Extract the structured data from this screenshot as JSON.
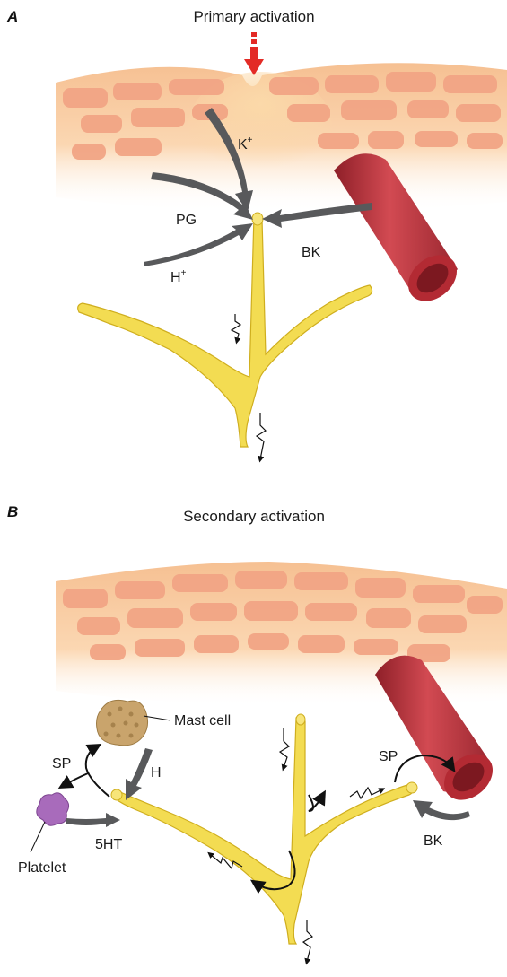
{
  "panel_a": {
    "letter": "A",
    "title": "Primary activation",
    "labels": {
      "k": "K",
      "k_sup": "+",
      "pg": "PG",
      "h": "H",
      "h_sup": "+",
      "bk": "BK"
    }
  },
  "panel_b": {
    "letter": "B",
    "title": "Secondary activation",
    "labels": {
      "mast_cell": "Mast cell",
      "sp_left": "SP",
      "h": "H",
      "platelet": "Platelet",
      "five_ht": "5HT",
      "sp_right": "SP",
      "bk": "BK"
    }
  },
  "colors": {
    "skin_cell": "#f2a585",
    "skin_matrix": "#fbd1a6",
    "nerve": "#f3dc52",
    "nerve_edge": "#cfae1e",
    "vessel": "#c1343d",
    "arrow": "#58595b",
    "stimulus": "#e32b26",
    "platelet": "#a86bbb",
    "mast_cell": "#c9a46c"
  }
}
